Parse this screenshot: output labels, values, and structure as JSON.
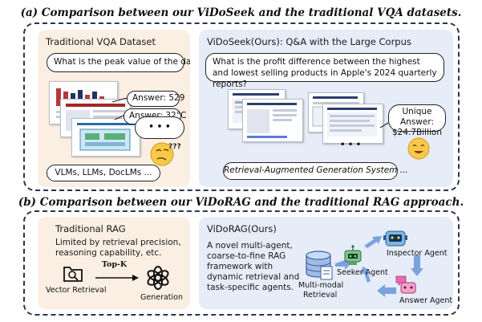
{
  "section_a": {
    "title": "(a) Comparison between our ViDoSeek and the traditional VQA datasets.",
    "left": {
      "title": "Traditional VQA Dataset",
      "question": "What is the peak value of the data?",
      "answer_1": "Answer: 529",
      "answer_2": "Answer: 32°C",
      "ellipsis": "• • •",
      "models": "VLMs, LLMs, DocLMs ..."
    },
    "right": {
      "title": "ViDoSeek(Ours): Q&A with the Large Corpus",
      "question": "What is the profit difference between the highest and lowest selling products in Apple's 2024 quarterly reports?",
      "unique_answer_label": "Unique Answer:",
      "unique_answer_value": "$24.7Billion",
      "ellipsis": "• • •",
      "system": "Retrieval-Augmented Generation System ..."
    }
  },
  "section_b": {
    "title": "(b) Comparison between our ViDoRAG and the traditional RAG approach.",
    "left": {
      "title": "Traditional RAG",
      "description": "Limited by retrieval precision, reasoning capability, etc.",
      "topk": "Top-K",
      "vector_retrieval": "Vector Retrieval",
      "generation": "Generation"
    },
    "right": {
      "title": "ViDoRAG(Ours)",
      "description": "A novel multi-agent, coarse-to-fine RAG framework with dynamic retrieval and task-specific agents.",
      "retrieval_label_1": "Multi-modal",
      "retrieval_label_2": "Retrieval",
      "seeker": "Seeker Agent",
      "inspector": "Inspector Agent",
      "answer": "Answer Agent"
    }
  },
  "colors": {
    "outline": "#2d3447",
    "peach_panel": "#fbefe3",
    "blue_panel": "#e6ecf8",
    "arrow_blue": "#7aa3de",
    "emoji_yellow": "#f7c948"
  },
  "icons": [
    "document-stack-icon",
    "thinking-emoji-icon",
    "happy-emoji-icon",
    "search-folder-icon",
    "openai-icon",
    "database-icon",
    "robot-icon"
  ]
}
